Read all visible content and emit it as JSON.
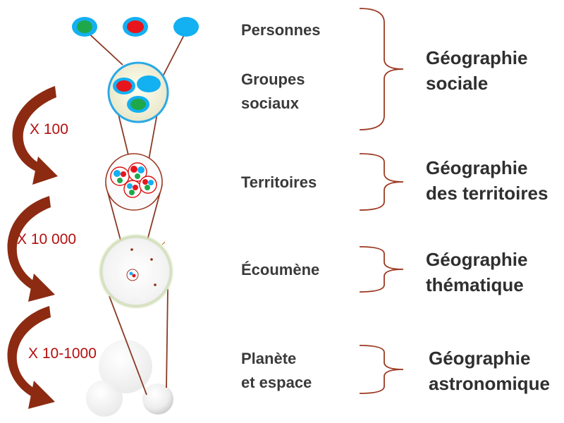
{
  "levels": {
    "personnes": "Personnes",
    "groupes": [
      "Groupes",
      "sociaux"
    ],
    "territoires": "Territoires",
    "ecoumene": "Écoumène",
    "planete": [
      "Planète",
      "et espace"
    ]
  },
  "branches": {
    "sociale": [
      "Géographie",
      "sociale"
    ],
    "territoires": [
      "Géographie",
      "des territoires"
    ],
    "thematique": [
      "Géographie",
      "thématique"
    ],
    "astronomique": [
      "Géographie",
      "astronomique"
    ]
  },
  "multipliers": {
    "first": "X 100",
    "second": "X 10 000",
    "third": "X 10-1000"
  },
  "colors": {
    "person_green": "#1fa84a",
    "person_red": "#e8151c",
    "person_blue": "#13b0f2",
    "bracket": "#9c3a22",
    "arrow": "#8c2b12",
    "connector": "#8a3a25",
    "text": "#3a3a3a",
    "multiplier_text": "#b40e0e"
  }
}
